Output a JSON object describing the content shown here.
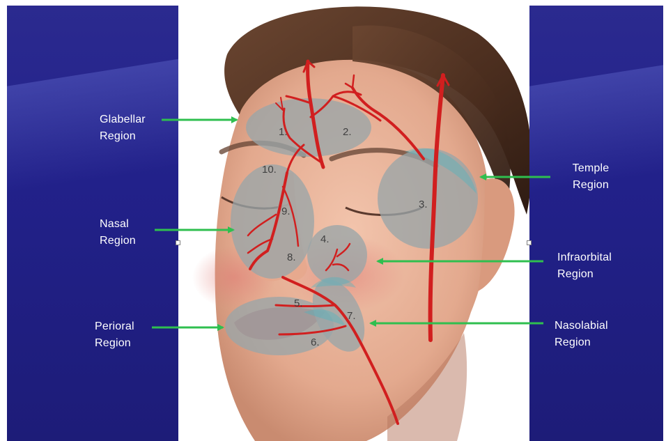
{
  "labels": {
    "glabellar": [
      "Glabellar",
      "Region"
    ],
    "nasal": [
      "Nasal",
      "Region"
    ],
    "perioral": [
      "Perioral",
      "Region"
    ],
    "temple": [
      "Temple",
      "Region"
    ],
    "infraorbital": [
      "Infraorbital",
      "Region"
    ],
    "nasolabial": [
      "Nasolabial",
      "Region"
    ]
  },
  "zone_numbers": [
    "1.",
    "2.",
    "3.",
    "4.",
    "5.",
    "6.",
    "7.",
    "8.",
    "9.",
    "10."
  ],
  "colors": {
    "panel_blue": "#2b2a8f",
    "arrow_green": "#2fbf4f",
    "vessel_red": "#d11f1f",
    "zone_overlay": "#9aa5a8",
    "zone_teal_edge": "#3fb6c6"
  }
}
